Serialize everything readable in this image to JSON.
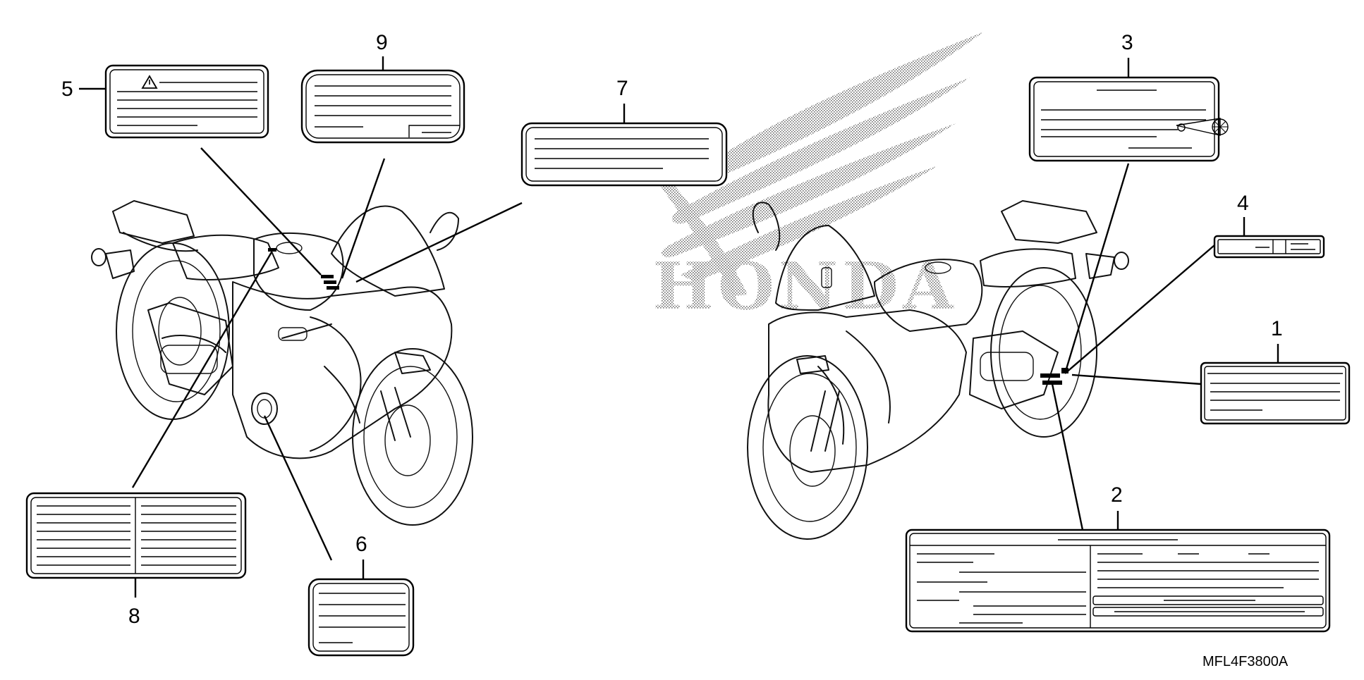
{
  "diagram": {
    "brand_watermark": "HONDA",
    "part_code": "MFL4F3800A",
    "callouts": [
      {
        "id": "callout-1",
        "label": "1"
      },
      {
        "id": "callout-2",
        "label": "2"
      },
      {
        "id": "callout-3",
        "label": "3"
      },
      {
        "id": "callout-4",
        "label": "4"
      },
      {
        "id": "callout-5",
        "label": "5"
      },
      {
        "id": "callout-6",
        "label": "6"
      },
      {
        "id": "callout-7",
        "label": "7"
      },
      {
        "id": "callout-8",
        "label": "8"
      },
      {
        "id": "callout-9",
        "label": "9"
      }
    ],
    "icons": [
      "warning-triangle-icon",
      "drive-chain-icon",
      "honda-wing-logo"
    ]
  }
}
